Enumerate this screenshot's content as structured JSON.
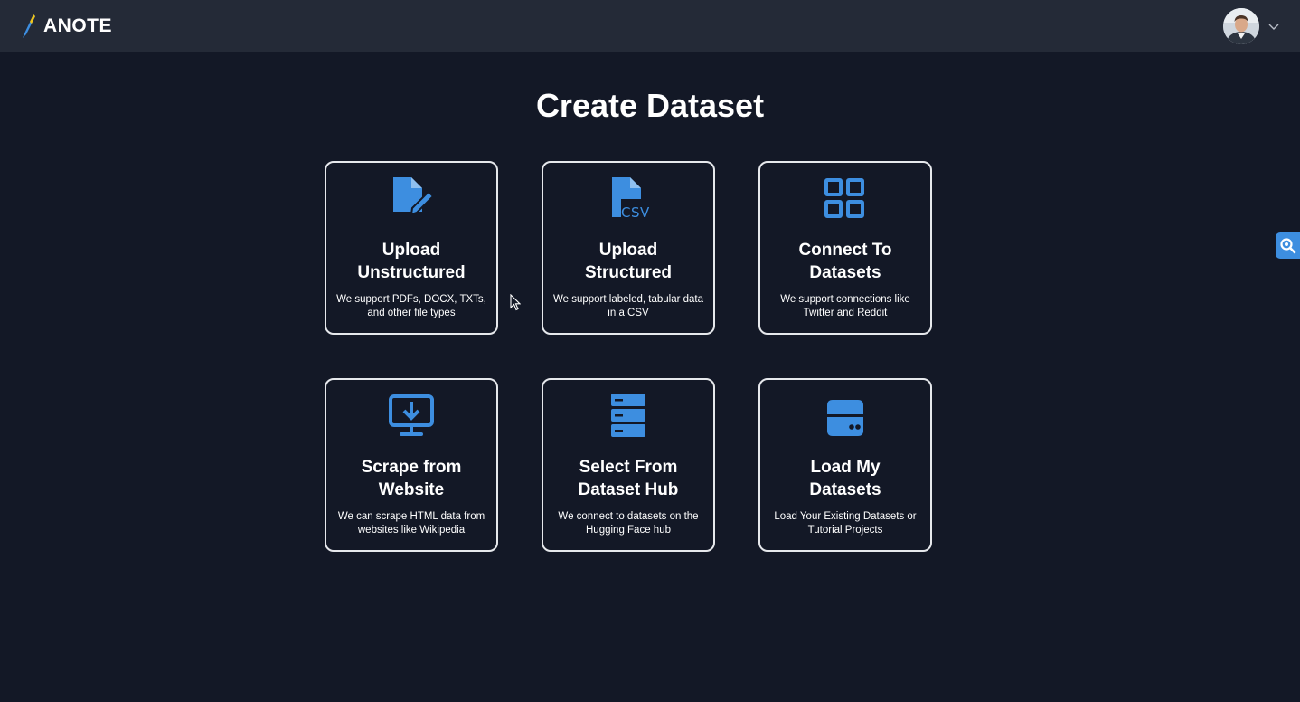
{
  "header": {
    "brand_name": "ANOTE",
    "logo_icon": "pen-nib-logo",
    "avatar_icon": "user-avatar",
    "menu_icon": "chevron-down-icon"
  },
  "page": {
    "title": "Create Dataset"
  },
  "options": [
    {
      "title": "Upload Unstructured",
      "description": "We support PDFs, DOCX, TXTs, and other file types",
      "icon": "file-edit-icon"
    },
    {
      "title": "Upload Structured",
      "description": "We support labeled, tabular data in a CSV",
      "icon": "csv-file-icon"
    },
    {
      "title": "Connect To Datasets",
      "description": "We support connections like Twitter and Reddit",
      "icon": "grid-icon"
    },
    {
      "title": "Scrape from Website",
      "description": "We can scrape HTML data from websites like Wikipedia",
      "icon": "monitor-download-icon"
    },
    {
      "title": "Select From Dataset Hub",
      "description": "We connect to datasets on the Hugging Face hub",
      "icon": "server-icon"
    },
    {
      "title": "Load My Datasets",
      "description": "Load Your Existing Datasets or Tutorial Projects",
      "icon": "drive-icon"
    }
  ],
  "side_tab": {
    "icon": "zoom-search-icon"
  },
  "colors": {
    "background": "#131826",
    "header": "#242a37",
    "accent": "#3d8ee0",
    "card_border": "#e6e8ec"
  }
}
